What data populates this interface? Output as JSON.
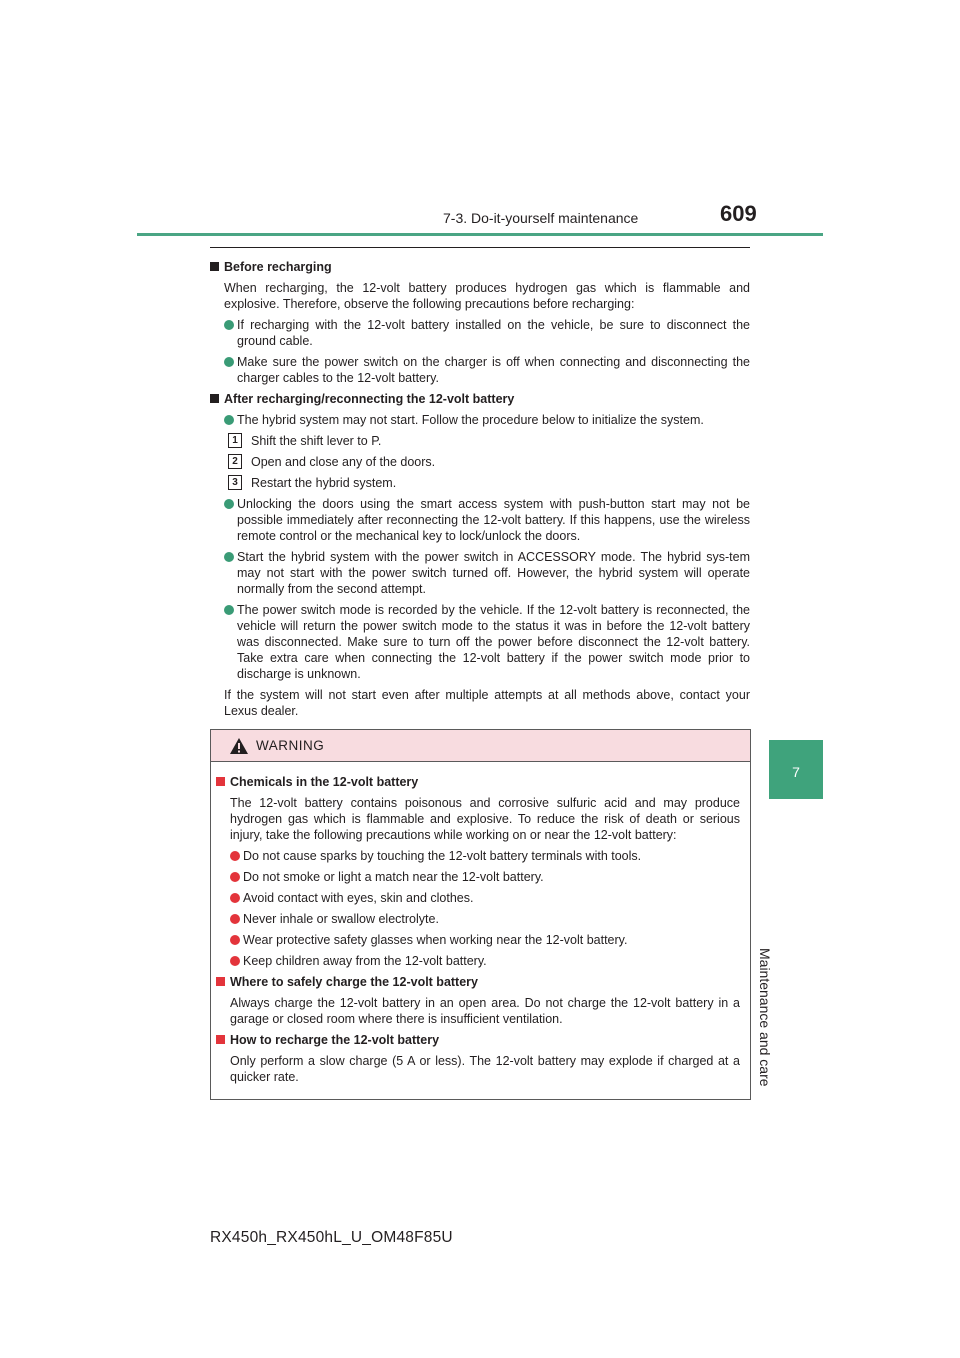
{
  "header": {
    "title": "7-3. Do-it-yourself maintenance",
    "page_number": "609"
  },
  "side_tab": {
    "number": "7",
    "label": "Maintenance and care"
  },
  "sections": [
    {
      "heading": "Before recharging",
      "intro": "When recharging, the 12-volt battery produces hydrogen gas which is flammable and explosive. Therefore, observe the following precautions before recharging:",
      "bullets": [
        "If recharging with the 12-volt battery installed on the vehicle, be sure to disconnect the ground cable.",
        "Make sure the power switch on the charger is off when connecting and disconnecting the charger cables to the 12-volt battery."
      ]
    },
    {
      "heading": "After recharging/reconnecting the 12-volt battery",
      "bullet_1": "The hybrid system may not start. Follow the procedure below to initialize the system.",
      "steps": [
        {
          "num": "1",
          "text": "Shift the shift lever to P."
        },
        {
          "num": "2",
          "text": "Open and close any of the doors."
        },
        {
          "num": "3",
          "text": "Restart the hybrid system."
        }
      ],
      "bullets_after": [
        "Unlocking the doors using the smart access system with push-button start may not be possible immediately after reconnecting the 12-volt battery. If this happens, use the wireless remote control or the mechanical key to lock/unlock the doors.",
        "Start the hybrid system with the power switch in ACCESSORY mode. The hybrid sys-tem may not start with the power switch turned off. However, the hybrid system will operate normally from the second attempt.",
        "The power switch mode is recorded by the vehicle. If the 12-volt battery is reconnected, the vehicle will return the power switch mode to the status it was in before the 12-volt battery was disconnected. Make sure to turn off the power before disconnect the 12-volt battery. Take extra care when connecting the 12-volt battery if the power switch mode prior to discharge is unknown."
      ],
      "closing": "If the system will not start even after multiple attempts at all methods above, contact your Lexus dealer."
    }
  ],
  "warning": {
    "title": "WARNING",
    "icon": "warning-triangle-icon",
    "sections": [
      {
        "heading": "Chemicals in the 12-volt battery",
        "intro": "The 12-volt battery contains poisonous and corrosive sulfuric acid and may produce hydrogen gas which is flammable and explosive. To reduce the risk of death or serious injury, take the following precautions while working on or near the 12-volt battery:",
        "bullets": [
          "Do not cause sparks by touching the 12-volt battery terminals with tools.",
          "Do not smoke or light a match near the 12-volt battery.",
          "Avoid contact with eyes, skin and clothes.",
          "Never inhale or swallow electrolyte.",
          "Wear protective safety glasses when working near the 12-volt battery.",
          "Keep children away from the 12-volt battery."
        ]
      },
      {
        "heading": "Where to safely charge the 12-volt battery",
        "intro": "Always charge the 12-volt battery in an open area. Do not charge the 12-volt battery in a garage or closed room where there is insufficient ventilation."
      },
      {
        "heading": "How to recharge the 12-volt battery",
        "intro": "Only perform a slow charge (5 A or less). The 12-volt battery may explode if charged at a quicker rate."
      }
    ]
  },
  "footer": {
    "model_code": "RX450h_RX450hL_U_OM48F85U"
  },
  "colors": {
    "accent_green": "#3fa37c",
    "warning_red": "#e3343b",
    "warning_bg": "#f8dce0"
  }
}
